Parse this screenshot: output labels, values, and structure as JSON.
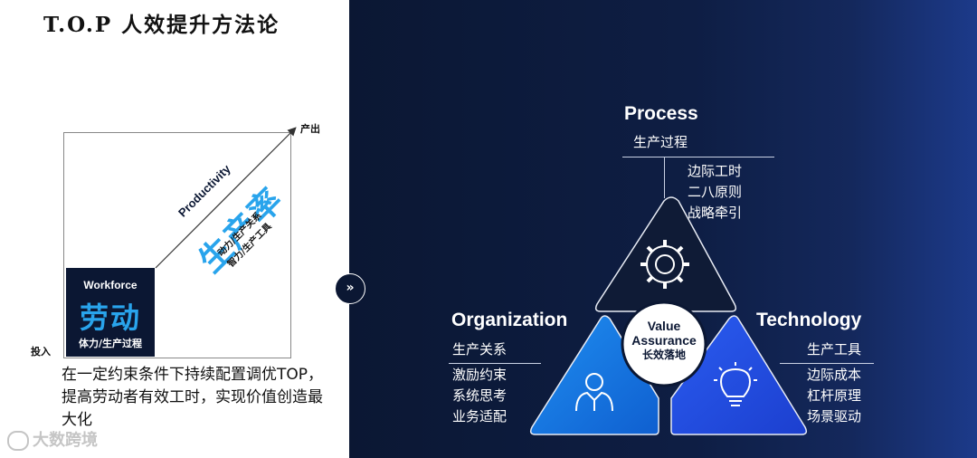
{
  "title": "T.O.P 人效提升方法论",
  "left_panel": {
    "output_label": "产出",
    "input_label": "投入",
    "workforce": {
      "en": "Workforce",
      "cn": "劳动",
      "sub": "体力/生产过程"
    },
    "productivity": {
      "en": "Productivity",
      "cn": "生产率",
      "sub1": "动力/生产关系",
      "sub2": "智力/生产工具"
    },
    "description": "在一定约束条件下持续配置调优TOP，提高劳动者有效工时，实现价值创造最大化",
    "watermark": "大数跨境"
  },
  "transition_icon": "double-chevron-right-icon",
  "diagram": {
    "process": {
      "en": "Process",
      "cn": "生产过程",
      "items": [
        "边际工时",
        "二八原则",
        "战略牵引"
      ],
      "icon": "gear-icon",
      "color": "#0f1b36"
    },
    "organization": {
      "en": "Organization",
      "cn": "生产关系",
      "items": [
        "激励约束",
        "系统思考",
        "业务适配"
      ],
      "icon": "person-icon",
      "color": "#1a7ee6"
    },
    "technology": {
      "en": "Technology",
      "cn": "生产工具",
      "items": [
        "边际成本",
        "杠杆原理",
        "场景驱动"
      ],
      "icon": "lightbulb-icon",
      "color": "#2350e0"
    },
    "center": {
      "en": "Value Assurance",
      "cn": "长效落地"
    }
  }
}
